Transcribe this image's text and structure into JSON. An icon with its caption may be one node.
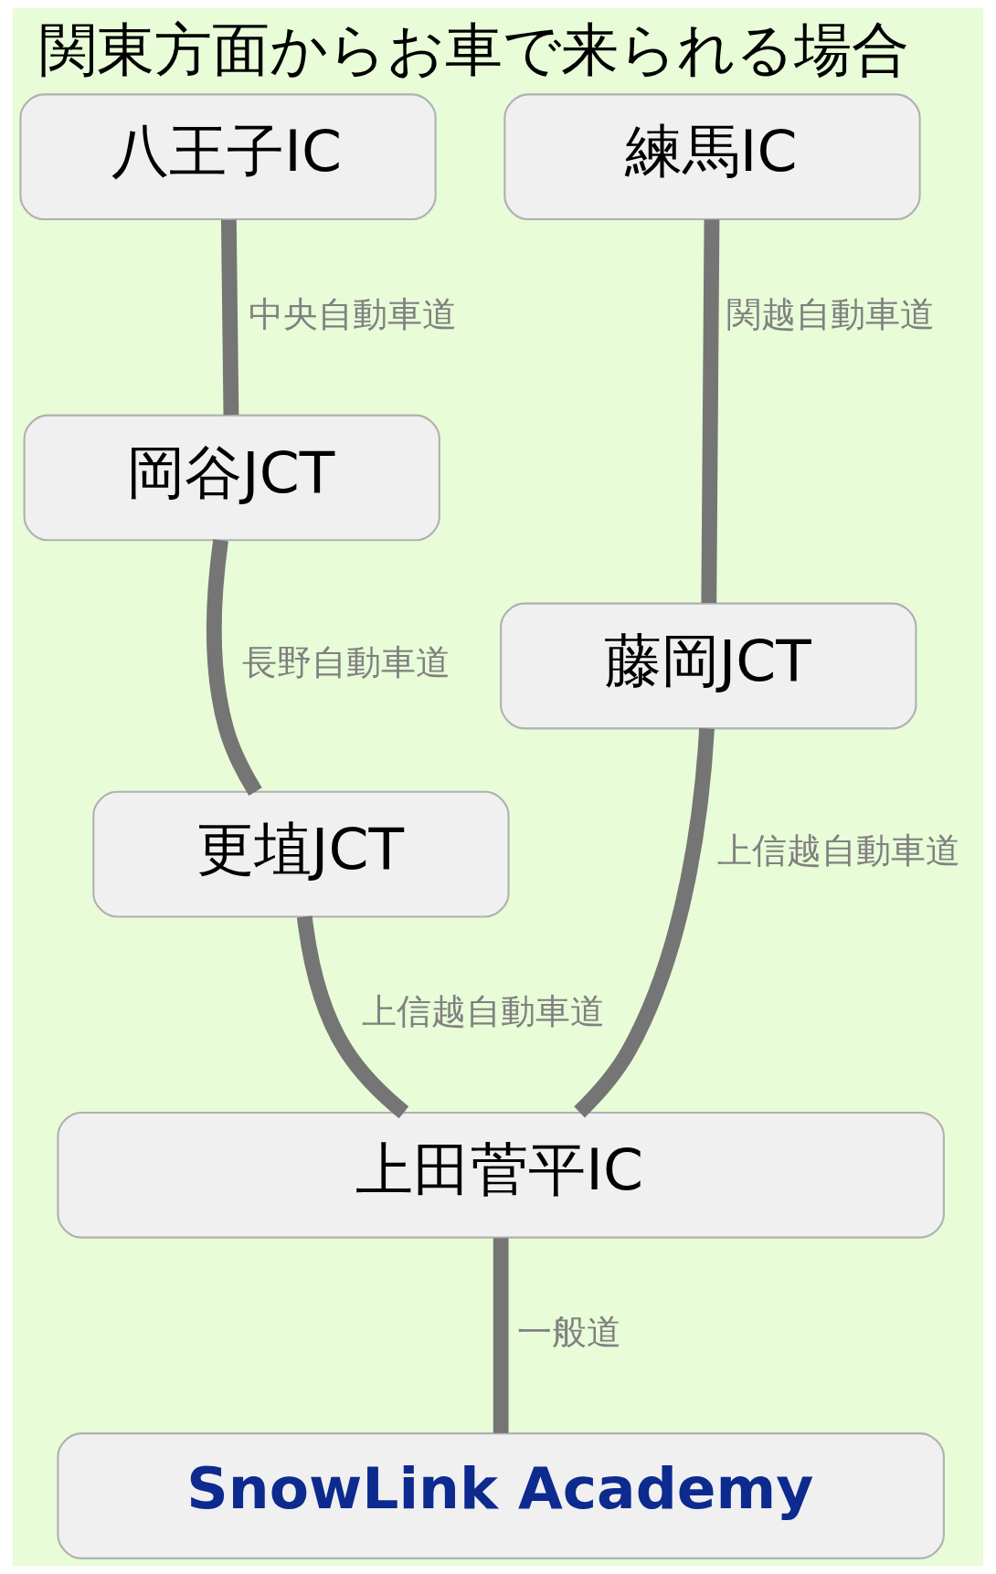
{
  "diagram": {
    "title": "関東方面からお車で来られる場合",
    "nodes": [
      {
        "text": [
          "八王子IC"
        ]
      },
      {
        "text": [
          "練馬IC"
        ]
      },
      {
        "text": [
          "岡谷JCT"
        ]
      },
      {
        "text": [
          "藤岡JCT"
        ]
      },
      {
        "text": [
          "更埴JCT"
        ]
      },
      {
        "text": [
          "上田菅平IC"
        ]
      },
      {
        "text": [
          "SnowLink Academy"
        ]
      }
    ],
    "edges": [
      {
        "from": 0,
        "to": 2,
        "arrow": "none",
        "label": "中央自動車道"
      },
      {
        "from": 1,
        "to": 3,
        "arrow": "none",
        "label": "関越自動車道"
      },
      {
        "from": 2,
        "to": 4,
        "arrow": "none",
        "label": "長野自動車道"
      },
      {
        "from": 3,
        "to": 5,
        "arrow": "none",
        "label": "上信越自動車道"
      },
      {
        "from": 4,
        "to": 5,
        "arrow": "none",
        "label": "上信越自動車道"
      },
      {
        "from": 5,
        "to": 6,
        "arrow": "none",
        "label": "一般道"
      }
    ]
  }
}
